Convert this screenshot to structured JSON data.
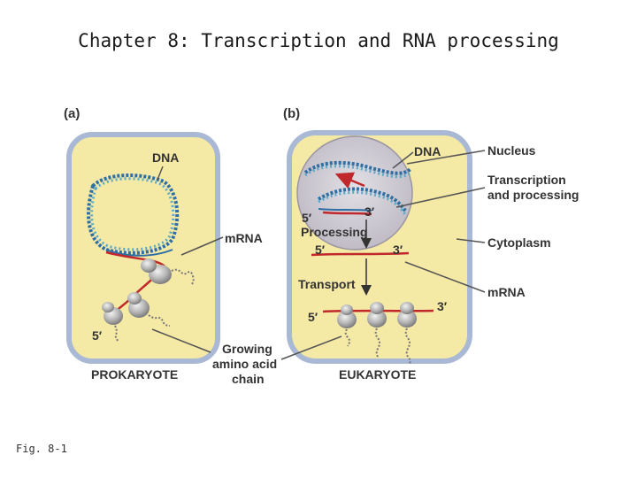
{
  "title": "Chapter 8:  Transcription and RNA processing",
  "caption": "Fig. 8-1",
  "colors": {
    "cell_fill": "#f5e9a6",
    "cell_border": "#a9b8d4",
    "nucleus_fill": "#cfcbd3",
    "mrna": "#c0282b",
    "dna_strand_1": "#2f6fa3",
    "dna_strand_2": "#5aa9c9",
    "label_lines": "#555555",
    "ribosome": "#a9a9a9"
  },
  "panel_a": {
    "panel_label": "(a)",
    "dna_label": "DNA",
    "five_prime_label": "5′",
    "organism_label": "PROKARYOTE"
  },
  "panel_b": {
    "panel_label": "(b)",
    "dna_label": "DNA",
    "five_prime_nucleus": "5′",
    "three_prime_nucleus": "3′",
    "processing_label": "Processing",
    "five_prime_processed": "5′",
    "three_prime_processed": "3′",
    "transport_label": "Transport",
    "five_prime_cytoplasm": "5′",
    "three_prime_cytoplasm": "3′",
    "organism_label": "EUKARYOTE"
  },
  "shared_labels": {
    "mrna": "mRNA",
    "growing_line1": "Growing",
    "growing_line2": "amino acid",
    "growing_line3": "chain"
  },
  "right_labels": {
    "nucleus": "Nucleus",
    "transcription_line1": "Transcription",
    "transcription_line2": "and processing",
    "cytoplasm": "Cytoplasm",
    "mrna": "mRNA"
  }
}
